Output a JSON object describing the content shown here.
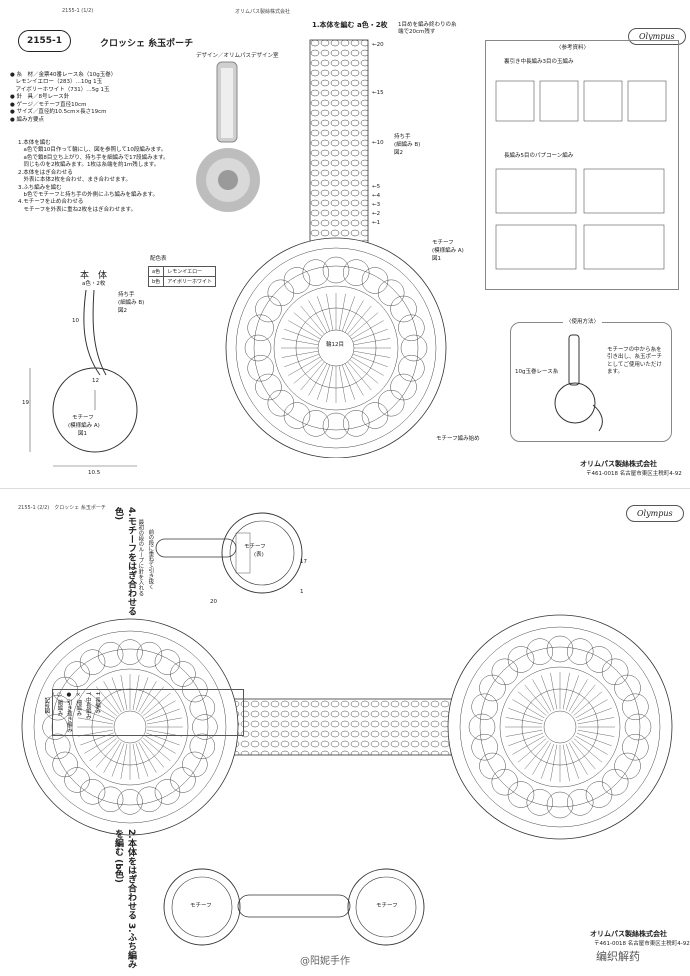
{
  "sheet1": {
    "header_code": "2155-1 (1/2)",
    "header_right": "オリムパス製絲株式会社",
    "badge": "2155-1",
    "title": "クロッシェ 糸玉ポーチ",
    "design_credit": "デザイン／オリムパスデザイン室",
    "logo": "Olympus",
    "materials": [
      "● 糸　材／金票40番レース糸（10g玉巻）",
      "　レモンイエロー（283）…10g 1玉",
      "　アイボリーホワイト（731）…5g 1玉",
      "● 針　具／8号レース針",
      "● ゲージ／モチーフ直径10cm",
      "● サイズ／直径約10.5cm×長さ19cm",
      "● 編み方要点"
    ],
    "steps": [
      "1.本体を編む",
      "　a色で鎖10目作って輪にし、図を参照して10段編みます。",
      "　a色で鎖8目立ち上がり、持ち手を細編みで17段編みます。",
      "　同じものを2枚編みます。1枚は糸端を約1m残します。",
      "2.本体をはぎ合わせる",
      "　外表に本体2枚を合わせ、まき合わせます。",
      "3.ふち編みを編む",
      "　b色でモチーフと持ち手の外側にふち編みを編みます。",
      "4.モチーフを止め合わせる",
      "　モチーフを外表に重ね2枚をはぎ合わせます。"
    ],
    "body_title": "本　体",
    "body_sub": "a色・2枚",
    "handle_label": "持ち手",
    "handle_sub": "(細編み B)",
    "handle_fig": "図2",
    "motif_label": "モチーフ",
    "motif_sub": "(模様編み A)",
    "motif_fig": "図1",
    "dim_19": "19",
    "dim_10": "10",
    "dim_12": "12",
    "dim_105": "10.5",
    "color_table_title": "配色表",
    "color_table": [
      [
        "a色",
        "レモンイエロー"
      ],
      [
        "b色",
        "アイボリーホワイト"
      ]
    ],
    "chart_title": "1.本体を編む a色・2枚",
    "chart_note": "1目めを編み終わりの糸端で20cm残す",
    "handle_chart_label": "持ち手",
    "handle_chart_sub": "(細編み B)",
    "handle_chart_fig": "図2",
    "motif_chart_label": "モチーフ",
    "motif_chart_sub": "(模様編み A)",
    "motif_chart_fig": "図1",
    "center_label": "輪12目",
    "start_note": "モチーフ編み始め",
    "row_marks": [
      "←20",
      "←15",
      "←10",
      "←5",
      "←4",
      "←3",
      "←2",
      "←1"
    ],
    "ref_title": "〈参考資料〉",
    "ref_sec1": "裏引き中長編み3目の玉編み",
    "ref_sec2": "長編み5目のパプコーン編み",
    "usage_title": "〈使用方法〉",
    "usage_label1": "10g玉巻レース糸",
    "usage_label2": "モチーフの中から糸を引き出し、糸玉ポーチとしてご使用いただけます。",
    "footer_company": "オリムパス製絲株式会社",
    "footer_address": "〒461-0018 名古屋市東区主税町4-92"
  },
  "sheet2": {
    "header_code": "2155-1 (2/2)　クロッシェ 糸玉ポーチ",
    "logo": "Olympus",
    "step4": "4.モチーフをはぎ合わせる (b色)",
    "step2": "2.本体をはぎ合わせる 3.ふち編みを編む (b色)",
    "step4_note1": "最初の段のループに針を入れる",
    "step4_note2": "前の段に重ねて引き抜く",
    "motif_label": "モチーフ",
    "motif_sub": "(表)",
    "dim_20": "20",
    "dim_17": "17",
    "dim_1": "1",
    "legend_title": "記号図",
    "legend_rows": [
      "○ 鎖編み",
      "● 引き抜き編み",
      "× 細編み",
      "T 中長編み",
      "Ŧ 長編み"
    ],
    "footer_company": "オリムパス製絲株式会社",
    "footer_address": "〒461-0018 名古屋市東区主税町4-92"
  },
  "watermark_left": "@阳妮手作",
  "watermark_right": "编织解药"
}
